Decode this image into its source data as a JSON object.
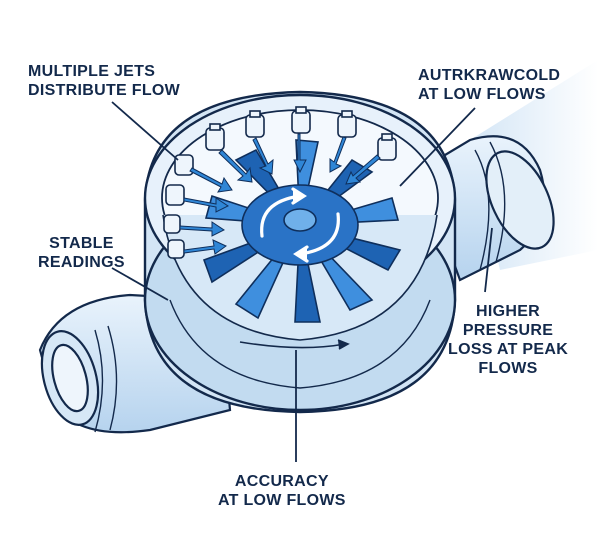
{
  "labels": {
    "jets": [
      "MULTIPLE JETS",
      "DISTRIBUTE FLOW"
    ],
    "auto": [
      "AUTRKRAWCOLD",
      "AT LOW FLOWS"
    ],
    "stable": [
      "STABLE",
      "READINGS"
    ],
    "pressure": [
      "HIGHER",
      "PRESSURE",
      "LOSS AT PEAK",
      "FLOWS"
    ],
    "accuracy": [
      "ACCURACY",
      "AT LOW FLOWS"
    ]
  },
  "colors": {
    "ink": "#13294b",
    "body_light": "#e8f2fb",
    "body_mid": "#c4dcf1",
    "body_dark": "#9fc2e3",
    "blade": "#1e63b3",
    "blade_light": "#3f8fde",
    "arrow": "#2f86d6",
    "flow_haze": "#d9e9f7"
  },
  "icons": {
    "rotation": "rotation-arrows-icon"
  }
}
